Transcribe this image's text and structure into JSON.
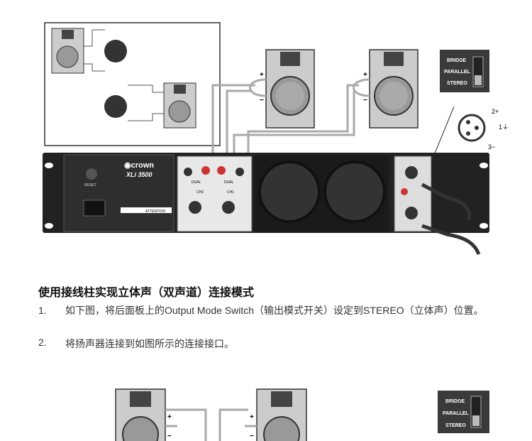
{
  "section": {
    "heading": "使用接线柱实现立体声（双声道）连接模式",
    "items": [
      {
        "num": "1.",
        "text": "如下图，将后面板上的Output Mode Switch（输出模式开关）设定到STEREO（立体声）位置。"
      },
      {
        "num": "2.",
        "text": "将扬声器连接到如图所示的连接接口。"
      }
    ]
  },
  "amplifier": {
    "brand": "crown",
    "model": "XLi 3500",
    "reset_label": "RESET",
    "ch1": "CH1",
    "ch2": "CH2",
    "dual": "DUAL",
    "attention": "ATTENTION"
  },
  "mode_switch": {
    "options": [
      "BRIDGE",
      "PARALLEL",
      "STEREO"
    ],
    "selected": "STEREO"
  },
  "xlr_pins": [
    "2+",
    "1",
    "3−"
  ],
  "polarity": {
    "plus": "+",
    "minus": "−"
  }
}
